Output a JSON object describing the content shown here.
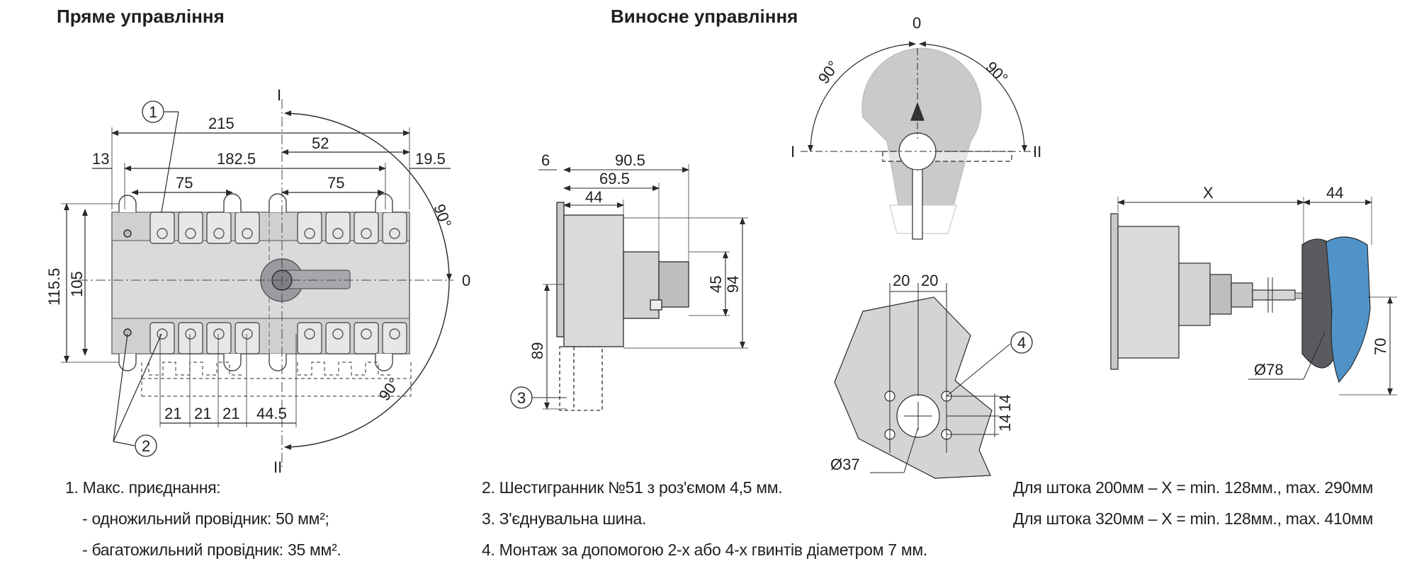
{
  "headings": {
    "direct": "Пряме управління",
    "remote": "Виносне управління"
  },
  "front_view": {
    "positions": {
      "top": "I",
      "right": "0",
      "bottom": "II"
    },
    "angle_top": "90°",
    "angle_bottom": "90°",
    "dims": {
      "overall_width": "215",
      "to_shaft": "52",
      "left_offset": "13",
      "mount_span": "182.5",
      "right_offset": "19.5",
      "pitch_left": "75",
      "pitch_right": "75",
      "height_outer": "115.5",
      "height_inner": "105",
      "pole_1": "21",
      "pole_2": "21",
      "pole_3": "21",
      "pole_4": "44.5"
    },
    "callouts": {
      "one": "1",
      "two": "2"
    }
  },
  "side_view": {
    "dims": {
      "depth_total": "90.5",
      "depth_mid": "69.5",
      "depth_body": "44",
      "flange": "6",
      "shaft_height": "45",
      "body_height": "94",
      "bus_height": "89"
    },
    "callout": "3"
  },
  "handle_view": {
    "positions": {
      "top": "0",
      "left": "I",
      "right": "II"
    },
    "angle_left": "90°",
    "angle_right": "90°"
  },
  "drill_template": {
    "dims": {
      "left": "20",
      "right": "20",
      "v1": "14",
      "v2": "14",
      "hole": "Ø37"
    },
    "callout": "4"
  },
  "remote_side_view": {
    "dims": {
      "length": "X",
      "handle_depth": "44",
      "handle_dia": "Ø78",
      "handle_height": "70"
    }
  },
  "notes": {
    "n1_title": "1. Макс. приєднання:",
    "n1_a": "- одножильний провідник: 50 мм²;",
    "n1_b": "- багатожильний провідник: 35 мм².",
    "n2": "2. Шестигранник №51 з роз'ємом 4,5 мм.",
    "n3": "3. З'єднувальна шина.",
    "n4": "4. Монтаж за допомогою 2-х або 4-х гвинтів діаметром 7 мм.",
    "rod_200": "Для штока 200мм – X = min. 128мм., max. 290мм",
    "rod_320": "Для штока 320мм – X = min. 128мм., max. 410мм"
  },
  "colors": {
    "body_gray": "#d2d3d5",
    "dark_gray": "#8c8d90",
    "handle_blue": "#4f93c9",
    "line": "#2a2a2a"
  }
}
